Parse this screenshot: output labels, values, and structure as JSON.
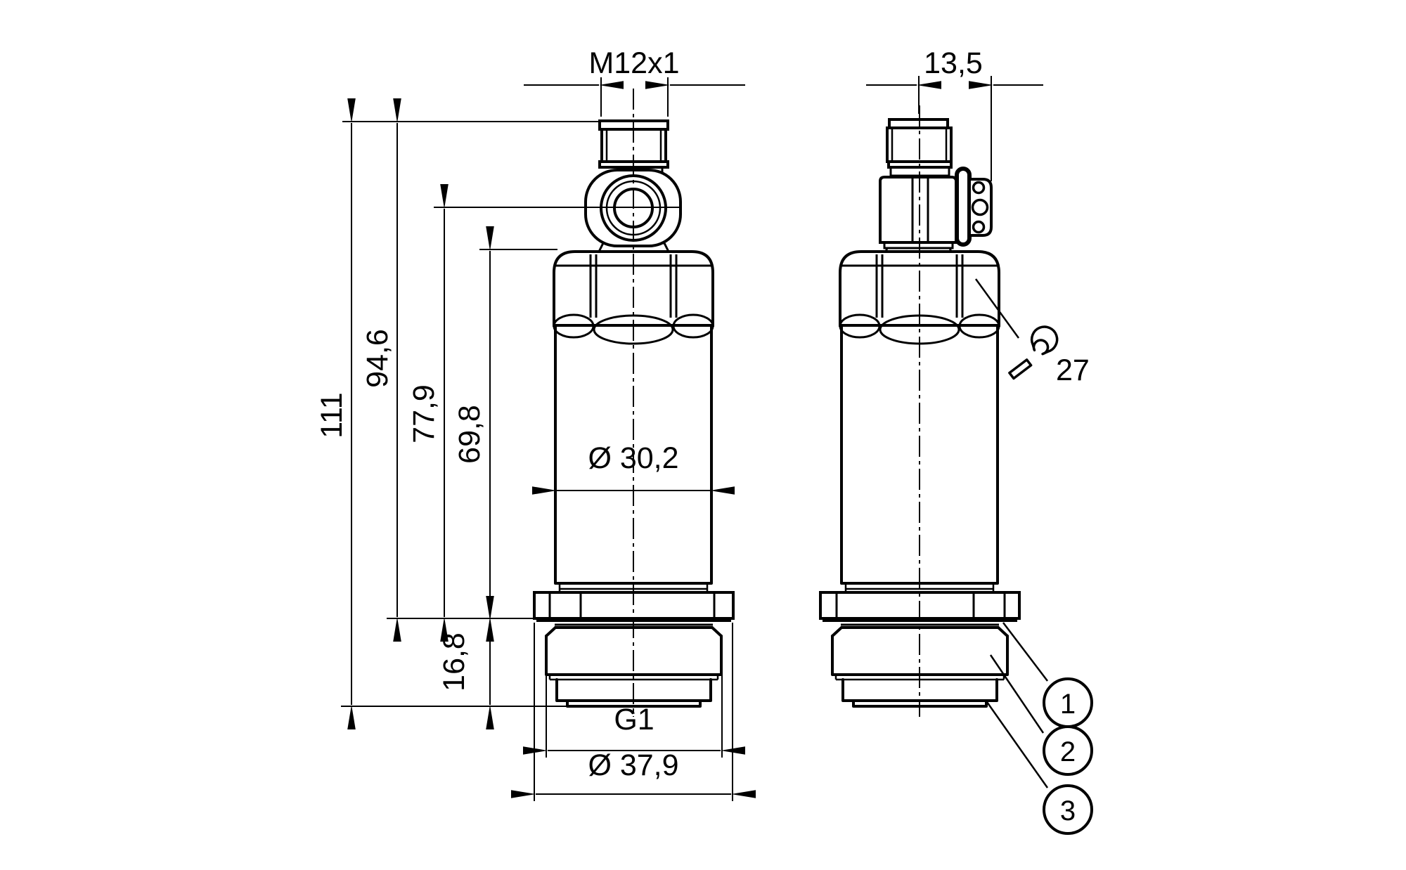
{
  "drawing": {
    "background_color": "#ffffff",
    "line_color": "#000000",
    "views": {
      "front_view": "sensor-front-view",
      "side_view": "sensor-side-view"
    },
    "dimensions": {
      "connector_thread": "M12x1",
      "connector_offset": "13,5",
      "total_height": "111",
      "height_to_connector_top": "94,6",
      "height_to_ring_center": "77,9",
      "height_to_hex_top": "69,8",
      "port_length": "16,8",
      "body_diameter": "Ø 30,2",
      "process_thread": "G1",
      "flange_diameter": "Ø 37,9",
      "wrench_size": "27"
    },
    "callouts": {
      "c1": "1",
      "c2": "2",
      "c3": "3"
    }
  }
}
